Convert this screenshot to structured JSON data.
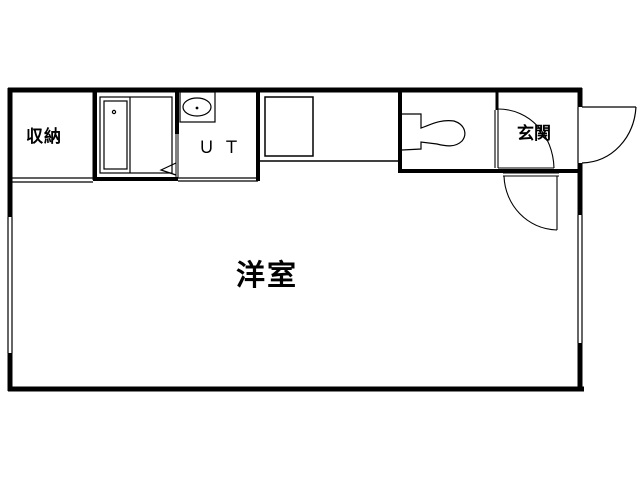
{
  "floor_plan": {
    "rooms": {
      "storage": {
        "label": "収納"
      },
      "bath": {
        "label": ""
      },
      "unit_toilet": {
        "label": "ＵＴ"
      },
      "kitchen": {
        "label": ""
      },
      "toilet": {
        "label": ""
      },
      "entrance": {
        "label": "玄関"
      },
      "western_room": {
        "label": "洋室"
      }
    },
    "colors": {
      "wall": "#000000",
      "background": "#ffffff"
    }
  }
}
